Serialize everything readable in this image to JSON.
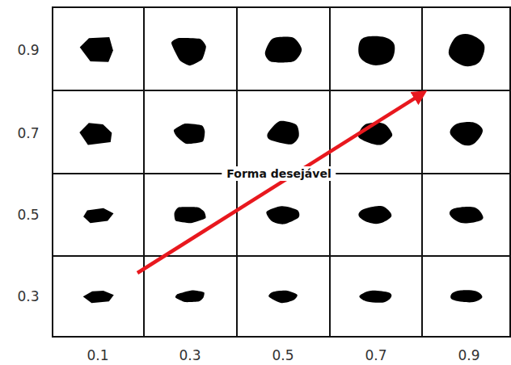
{
  "diagram": {
    "labels": [
      "0.9",
      "0.7",
      "0.5",
      "0.3",
      "Forma desejável",
      "0.1",
      "0.3",
      "0.5",
      "0.7",
      "0.9"
    ]
  }
}
